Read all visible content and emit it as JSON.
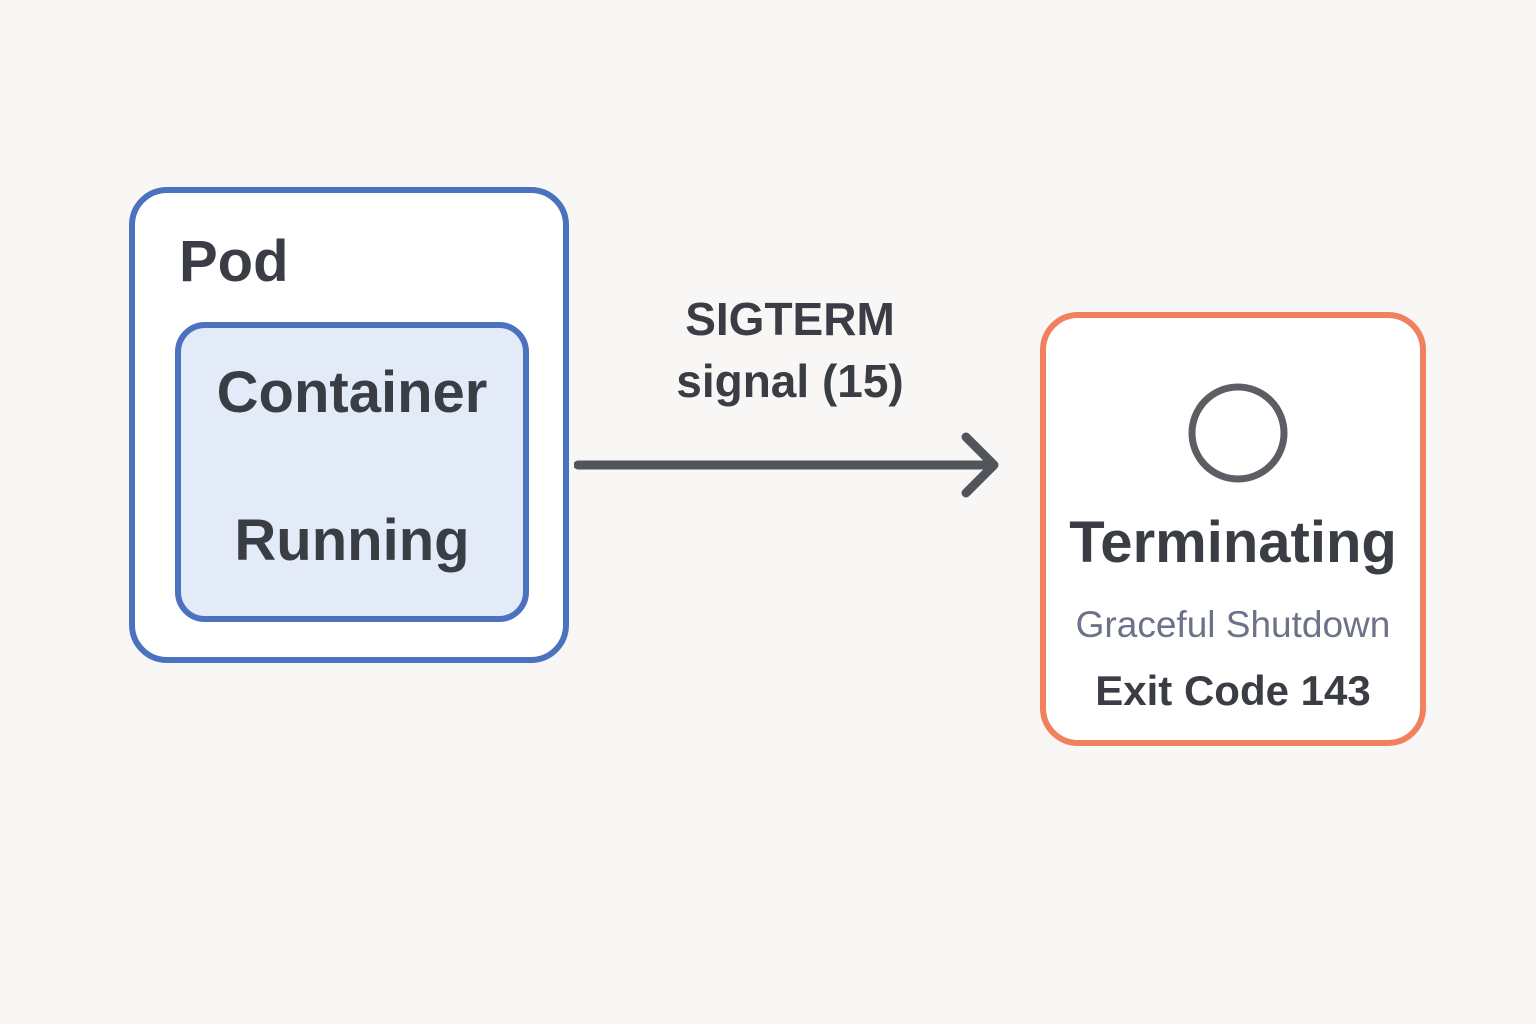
{
  "pod": {
    "label": "Pod",
    "container": {
      "label": "Container",
      "status": "Running"
    }
  },
  "signal": {
    "line1": "SIGTERM",
    "line2": "signal (15)"
  },
  "termination": {
    "title": "Terminating",
    "subtitle": "Graceful Shutdown",
    "exit_code": "Exit Code 143"
  },
  "colors": {
    "pod_border": "#4a72bf",
    "container_fill": "#e3ebf8",
    "terminating_border": "#f0805e",
    "arrow": "#52545c",
    "text": "#3a3d44",
    "subtitle_text": "#6c7287",
    "background": "#f8f7f5"
  },
  "icons": {
    "status_icon": "empty-circle-icon",
    "arrow_icon": "arrow-right-icon"
  }
}
